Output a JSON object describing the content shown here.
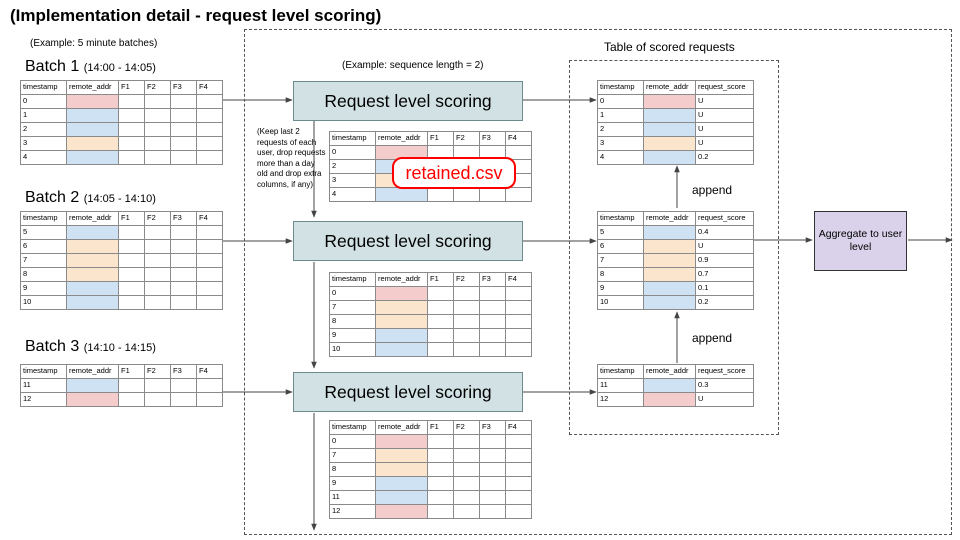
{
  "title": "(Implementation detail - request level scoring)",
  "example_batch_note": "(Example: 5 minute batches)",
  "example_seq_note": "(Example: sequence length = 2)",
  "scored_table_title": "Table of scored requests",
  "keep_note": "(Keep last 2 requests of each user, drop requests more than a day old and drop extra columns, if any)",
  "retained_label": "retained.csv",
  "process_label": "Request level scoring",
  "aggregate_label": "Aggregate to user level",
  "append_label": "append",
  "batches": [
    {
      "label": "Batch 1",
      "time": "(14:00 - 14:05)"
    },
    {
      "label": "Batch 2",
      "time": "(14:05 - 14:10)"
    },
    {
      "label": "Batch 3",
      "time": "(14:10 - 14:15)"
    }
  ],
  "input_headers": [
    "timestamp",
    "remote_addr",
    "F1",
    "F2",
    "F3",
    "F4"
  ],
  "scored_headers": [
    "timestamp",
    "remote_addr",
    "request_score"
  ],
  "colors": {
    "pink": "#f4cccc",
    "blue": "#cfe2f3",
    "orange": "#fce5cd",
    "process": "#d2e2e4",
    "aggregate": "#d9d2ea",
    "retained": "#ff0000"
  },
  "tables": {
    "batch1": [
      {
        "ts": "0",
        "color": "pink"
      },
      {
        "ts": "1",
        "color": "blue"
      },
      {
        "ts": "2",
        "color": "blue"
      },
      {
        "ts": "3",
        "color": "orange"
      },
      {
        "ts": "4",
        "color": "blue"
      }
    ],
    "batch2": [
      {
        "ts": "5",
        "color": "blue"
      },
      {
        "ts": "6",
        "color": "orange"
      },
      {
        "ts": "7",
        "color": "orange"
      },
      {
        "ts": "8",
        "color": "orange"
      },
      {
        "ts": "9",
        "color": "blue"
      },
      {
        "ts": "10",
        "color": "blue"
      }
    ],
    "batch3": [
      {
        "ts": "11",
        "color": "blue"
      },
      {
        "ts": "12",
        "color": "pink"
      }
    ],
    "retained1": [
      {
        "ts": "0",
        "color": "pink"
      },
      {
        "ts": "2",
        "color": "blue"
      },
      {
        "ts": "3",
        "color": "orange"
      },
      {
        "ts": "4",
        "color": "blue"
      }
    ],
    "retained2": [
      {
        "ts": "0",
        "color": "pink"
      },
      {
        "ts": "7",
        "color": "orange"
      },
      {
        "ts": "8",
        "color": "orange"
      },
      {
        "ts": "9",
        "color": "blue"
      },
      {
        "ts": "10",
        "color": "blue"
      }
    ],
    "retained3": [
      {
        "ts": "0",
        "color": "pink"
      },
      {
        "ts": "7",
        "color": "orange"
      },
      {
        "ts": "8",
        "color": "orange"
      },
      {
        "ts": "9",
        "color": "blue"
      },
      {
        "ts": "11",
        "color": "blue"
      },
      {
        "ts": "12",
        "color": "pink"
      }
    ],
    "scored1": [
      {
        "ts": "0",
        "color": "pink",
        "score": "U"
      },
      {
        "ts": "1",
        "color": "blue",
        "score": "U"
      },
      {
        "ts": "2",
        "color": "blue",
        "score": "U"
      },
      {
        "ts": "3",
        "color": "orange",
        "score": "U"
      },
      {
        "ts": "4",
        "color": "blue",
        "score": "0.2"
      }
    ],
    "scored2": [
      {
        "ts": "5",
        "color": "blue",
        "score": "0.4"
      },
      {
        "ts": "6",
        "color": "orange",
        "score": "U"
      },
      {
        "ts": "7",
        "color": "orange",
        "score": "0.9"
      },
      {
        "ts": "8",
        "color": "orange",
        "score": "0.7"
      },
      {
        "ts": "9",
        "color": "blue",
        "score": "0.1"
      },
      {
        "ts": "10",
        "color": "blue",
        "score": "0.2"
      }
    ],
    "scored3": [
      {
        "ts": "11",
        "color": "blue",
        "score": "0.3"
      },
      {
        "ts": "12",
        "color": "pink",
        "score": "U"
      }
    ]
  }
}
